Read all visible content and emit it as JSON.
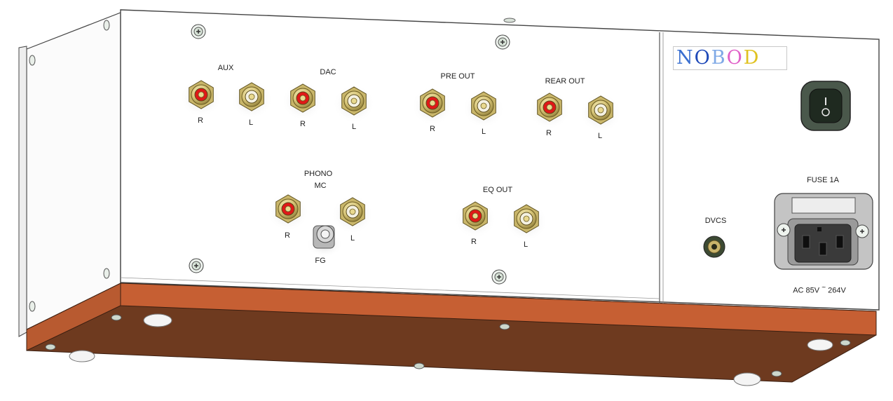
{
  "brand": {
    "letters": [
      {
        "char": "N",
        "color": "#3a6fd0"
      },
      {
        "char": "O",
        "color": "#1e49b8"
      },
      {
        "char": "B",
        "color": "#7fa9e6"
      },
      {
        "char": "O",
        "color": "#e060c8"
      },
      {
        "char": "D",
        "color": "#e0c220"
      }
    ]
  },
  "labels": {
    "aux": "AUX",
    "dac": "DAC",
    "pre_out": "PRE OUT",
    "rear_out": "REAR OUT",
    "phono": "PHONO",
    "mc": "MC",
    "eq_out": "EQ OUT",
    "fg": "FG",
    "dvcs": "DVCS",
    "fuse": "FUSE 1A",
    "ac_prefix": "AC 85V",
    "ac_suffix": "264V",
    "ac_tilde": "~",
    "r": "R",
    "l": "L"
  },
  "colors": {
    "panel": "#ffffff",
    "frame_line": "#444444",
    "base_front": "#c65f33",
    "base_bottom": "#6e3a1f",
    "jack_gold": "#d6c47a",
    "jack_red": "#e01818",
    "jack_white": "#f4f1e2",
    "switch_body": "#3d4a3e"
  }
}
